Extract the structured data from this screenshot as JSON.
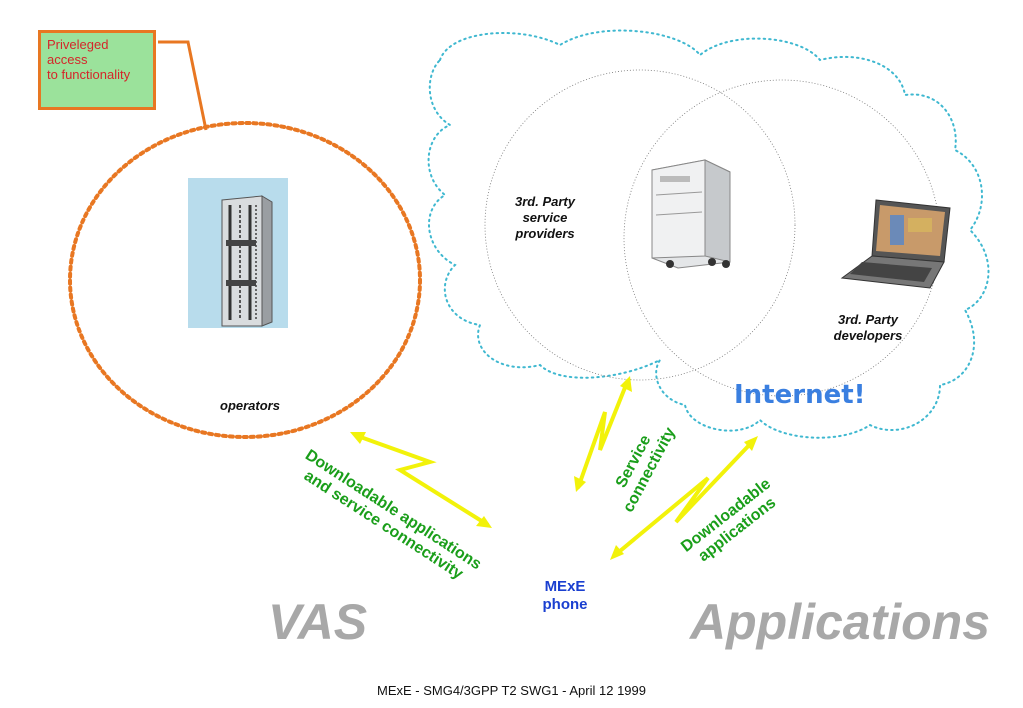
{
  "callout": {
    "lines": [
      "Priveleged",
      "access",
      "to functionality"
    ]
  },
  "labels": {
    "operators": "operators",
    "third_party_providers": [
      "3rd. Party",
      "service",
      "providers"
    ],
    "third_party_developers": [
      "3rd. Party",
      "developers"
    ],
    "internet": "Internet!",
    "mexe_phone": [
      "MExE",
      "phone"
    ],
    "downloadable_and_service": [
      "Downloadable applications",
      "and service connectivity"
    ],
    "service_connectivity": [
      "Service",
      "connectivity"
    ],
    "downloadable_applications": [
      "Downloadable",
      "applications"
    ],
    "vas": "VAS",
    "applications": "Applications"
  },
  "icons": {
    "operator_equipment": "server-rack-icon",
    "provider_server": "tower-server-icon",
    "developer_laptop": "laptop-icon"
  },
  "colors": {
    "callout_fill": "#9be29b",
    "callout_border": "#e87722",
    "callout_text": "#d4262a",
    "operators_circle": "#e87722",
    "cloud": "#3fb8d0",
    "zigzag": "#f2f20a",
    "green_text": "#1a9e1a",
    "internet_text": "#3a7fe0",
    "mexe_text": "#1a3fd0",
    "big_text": "#a8a8a8"
  },
  "footer": "MExE - SMG4/3GPP T2 SWG1 - April 12 1999"
}
